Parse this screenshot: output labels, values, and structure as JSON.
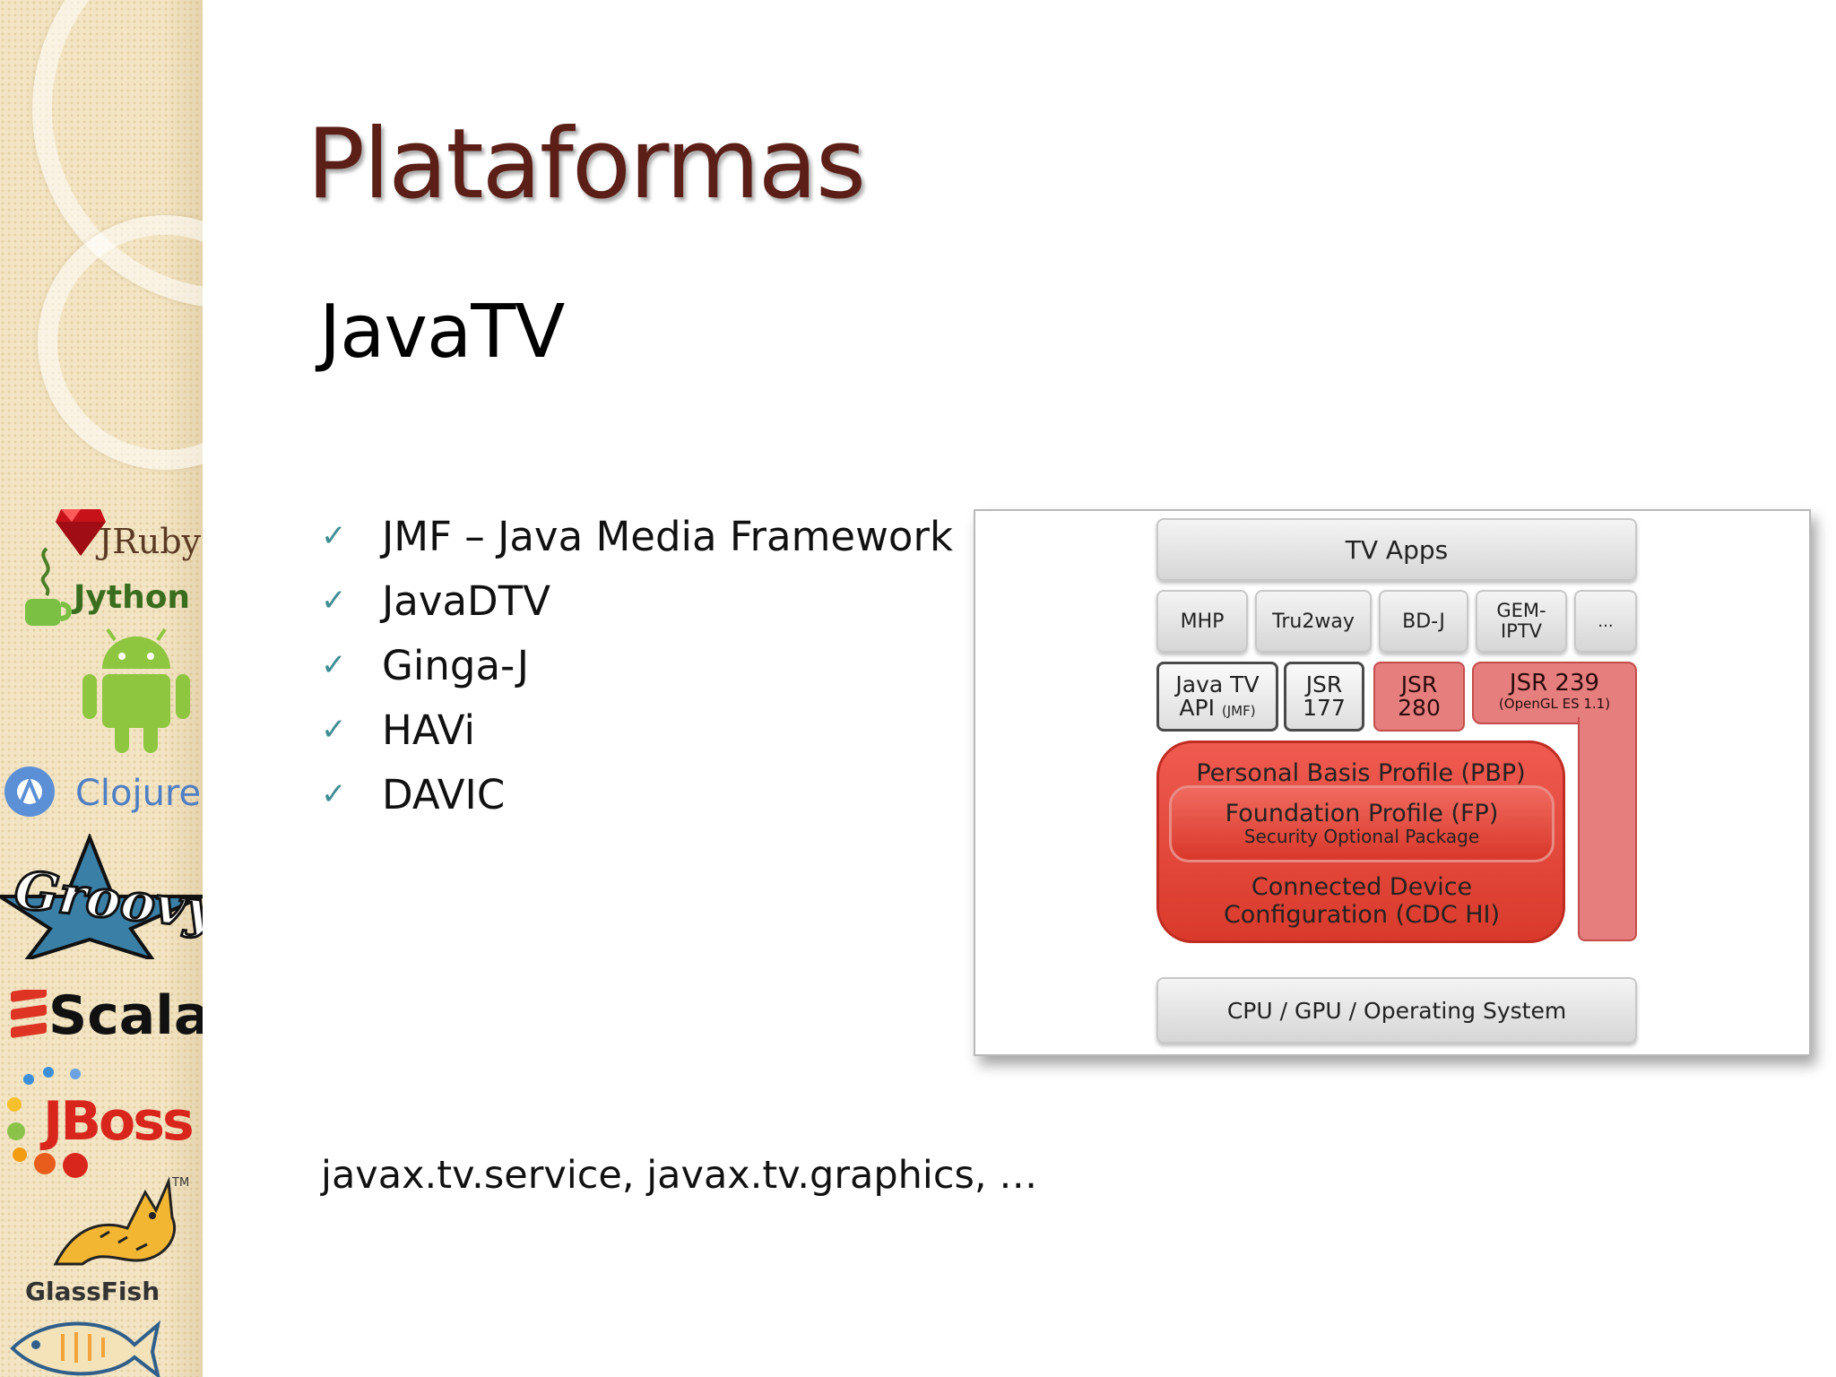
{
  "slide": {
    "title": "Plataformas",
    "subtitle": "JavaTV",
    "bullets": [
      "JMF – Java Media Framework",
      "JavaDTV",
      "Ginga-J",
      "HAVi",
      "DAVIC"
    ],
    "check_mark": "✓",
    "footer": "javax.tv.service, javax.tv.graphics, …"
  },
  "sidebar_logos": {
    "jruby": "JRuby",
    "jython": "Jython",
    "clojure": "Clojure",
    "groovy": "Groovy",
    "scala": "Scala",
    "jboss": "JBoss",
    "tm": "TM",
    "glassfish": "GlassFish"
  },
  "diagram": {
    "tv_apps": "TV  Apps",
    "mhp": "MHP",
    "tru2way": "Tru2way",
    "bdj": "BD-J",
    "gem_line1": "GEM-",
    "gem_line2": "IPTV",
    "more": "...",
    "javatv_line1": "Java TV",
    "javatv_line2": "API",
    "javatv_small": "(JMF)",
    "jsr177_line1": "JSR",
    "jsr177_line2": "177",
    "jsr280_line1": "JSR",
    "jsr280_line2": "280",
    "jsr239_line1": "JSR 239",
    "jsr239_small": "(OpenGL ES 1.1)",
    "pbp": "Personal Basis Profile (PBP)",
    "fp": "Foundation Profile (FP)",
    "fp_small": "Security Optional Package",
    "cdc_line1": "Connected Device",
    "cdc_line2": "Configuration (CDC HI)",
    "os": "CPU / GPU / Operating System"
  },
  "colors": {
    "title": "#5b1f17",
    "check": "#3f8d94",
    "sidebar": "#f3e5c4",
    "diagram_red": "#e0443a",
    "diagram_pink": "#e67e7e"
  }
}
